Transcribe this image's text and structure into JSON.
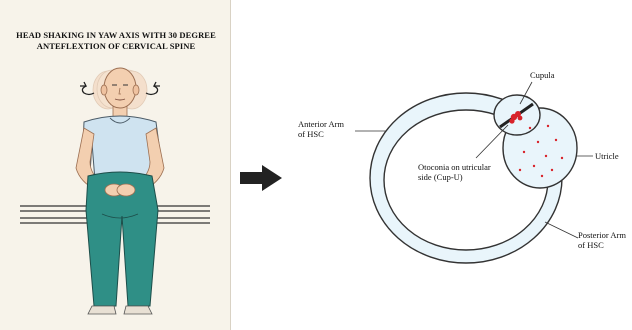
{
  "left_panel": {
    "title_line1": "HEAD SHAKING IN YAW AXIS WITH 30 DEGREE",
    "title_line2": "ANTEFLEXTION OF CERVICAL SPINE"
  },
  "diagram": {
    "labels": {
      "cupula": "Cupula",
      "anterior_arm_line1": "Anterior Arm",
      "anterior_arm_line2": "of HSC",
      "otoconia_line1": "Otoconia on utricular",
      "otoconia_line2": "side (Cup-U)",
      "utricle": "Utricle",
      "posterior_arm_line1": "Posterior Arm",
      "posterior_arm_line2": "of HSC"
    }
  },
  "colors": {
    "canal_fill": "#e9f5fb",
    "otoconia": "#d8232a",
    "shirt": "#cfe3f0",
    "trousers": "#2f8f86",
    "arrow": "#222222"
  }
}
